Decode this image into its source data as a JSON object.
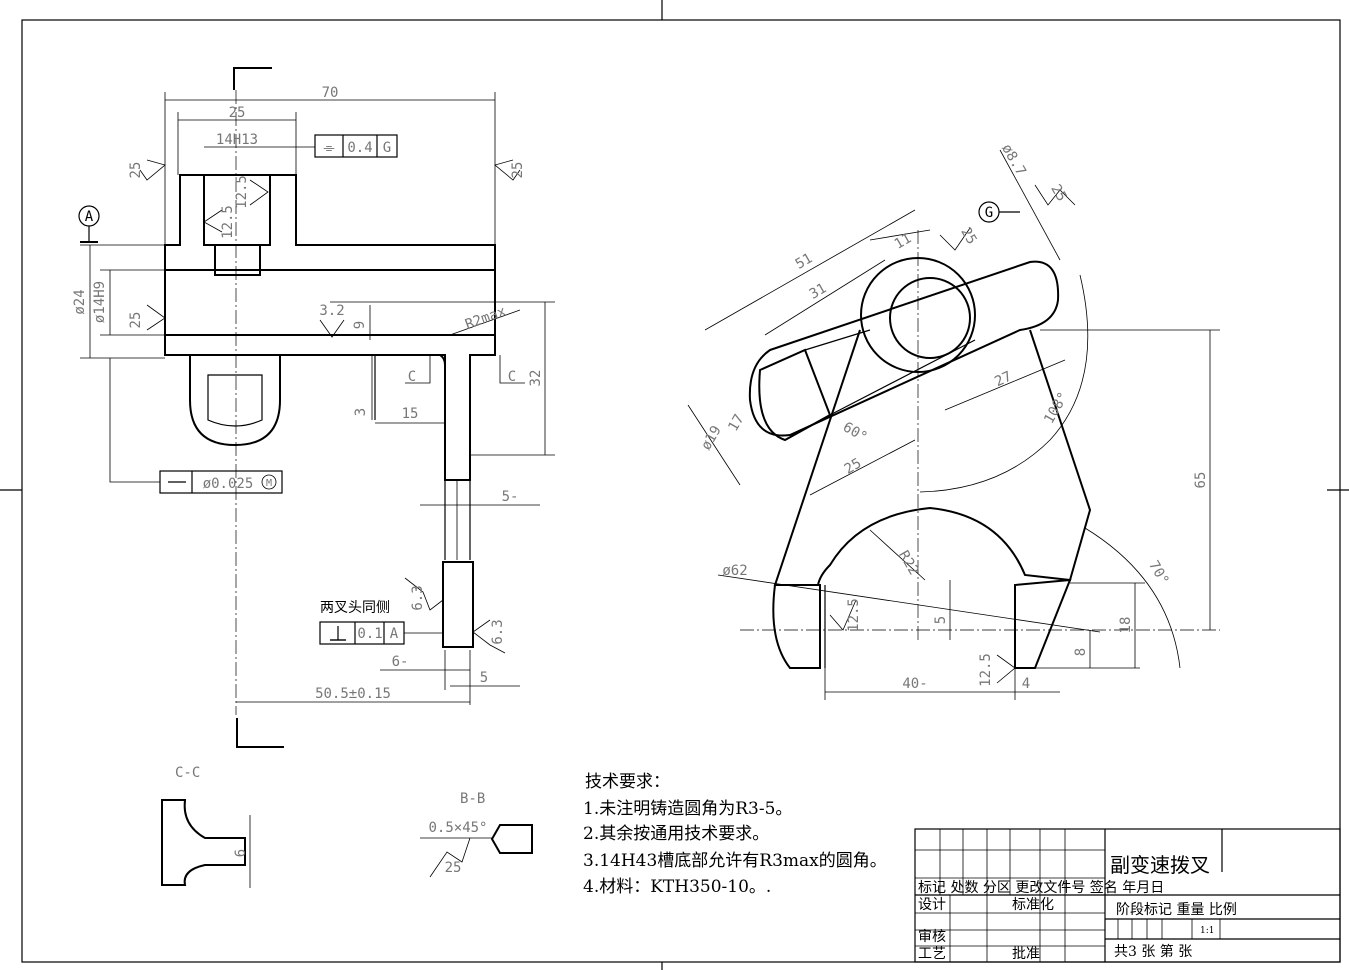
{
  "drawing": {
    "title": "副变速拨叉",
    "scale": "1:1",
    "part_count_label": "共3 张 第 张"
  },
  "left_view": {
    "dims": {
      "d70": "70",
      "d25": "25",
      "d14h13": "14H13",
      "tol_flat": "0.4",
      "tol_flat_ref": "G",
      "datum_a": "A",
      "dia24": "ø24",
      "dia14h9": "ø14H9",
      "r_roughness_25_a": "25",
      "r_roughness_25_b": "25",
      "r_roughness_25_c": "25",
      "r_12_5": "12.5",
      "r_12_5_b": "12.5",
      "r_3_2": "3.2",
      "d9": "9",
      "r2max": "R2max",
      "d32": "32",
      "d3": "3",
      "d15": "15",
      "sec_c1": "C",
      "sec_c2": "C",
      "d5": "5-",
      "tol_pos": "ø0.025",
      "tol_pos_mod": "M",
      "r_6_3_a": "6.3",
      "r_6_3_b": "6.3",
      "note_forks": "两叉头同侧",
      "tol_perp": "0.1",
      "tol_perp_ref": "A",
      "d6": "6-",
      "d505": "50.5±0.15",
      "d_5b": "5"
    }
  },
  "right_view": {
    "dims": {
      "d8_7": "ø8.7",
      "g_datum": "G",
      "r25_top": "25",
      "r25_b": "25",
      "d51": "51",
      "d31": "31",
      "d11": "11",
      "d27": "27",
      "d108": "108°",
      "d60": "60°",
      "d19": "ø19",
      "d17": "17",
      "d25": "25",
      "d65": "65",
      "d62": "ø62",
      "r22": "R22",
      "a70": "70°",
      "d12_5": "12.5",
      "d5": "5",
      "d18": "18",
      "d8": "8",
      "d40": "40-",
      "d12_5b": "12.5",
      "d4": "4"
    }
  },
  "sections": {
    "cc_label": "C-C",
    "cc_dim": "6",
    "bb_label": "B-B",
    "bb_chamfer": "0.5×45°",
    "bb_rough": "25"
  },
  "notes": {
    "heading": "技术要求：",
    "n1": "1.未注明铸造圆角为R3-5。",
    "n2": "2.其余按通用技术要求。",
    "n3": "3.14H43槽底部允许有R3max的圆角。",
    "n4": "4.材料：KTH350-10。."
  },
  "title_block": {
    "row_mark": "标记 处数 分区 更改文件号 签名 年月日",
    "design": "设计",
    "standard": "标准化",
    "stage": "阶段标记 重量 比例",
    "review": "审核",
    "craft": "工艺",
    "approve": "批准"
  }
}
